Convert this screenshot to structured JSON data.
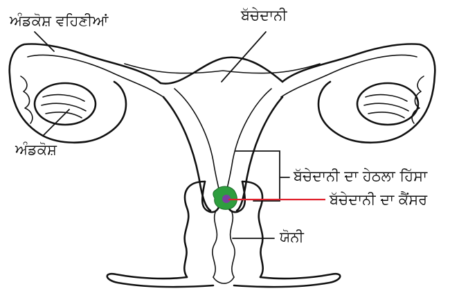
{
  "labels": {
    "fallopian_tubes": "ਅੰਡਕੋਸ਼ ਵਹਿਣੀਆਂ",
    "uterus": "ਬੱਚੇਦਾਨੀ",
    "ovary": "ਅੰਡਕੋਸ਼",
    "cervix": "ਬੱਚੇਦਾਨੀ ਦਾ ਹੇਠਲਾ ਹਿੱਸਾ",
    "cervical_cancer": "ਬੱਚੇਦਾਨੀ ਦਾ ਕੈਂਸਰ",
    "vagina": "ਯੋਨੀ"
  },
  "colors": {
    "outline": "#111111",
    "tumor_green": "#2e9e3e",
    "tumor_purple": "#7a3fa0",
    "cancer_pointer": "#e0202c"
  }
}
